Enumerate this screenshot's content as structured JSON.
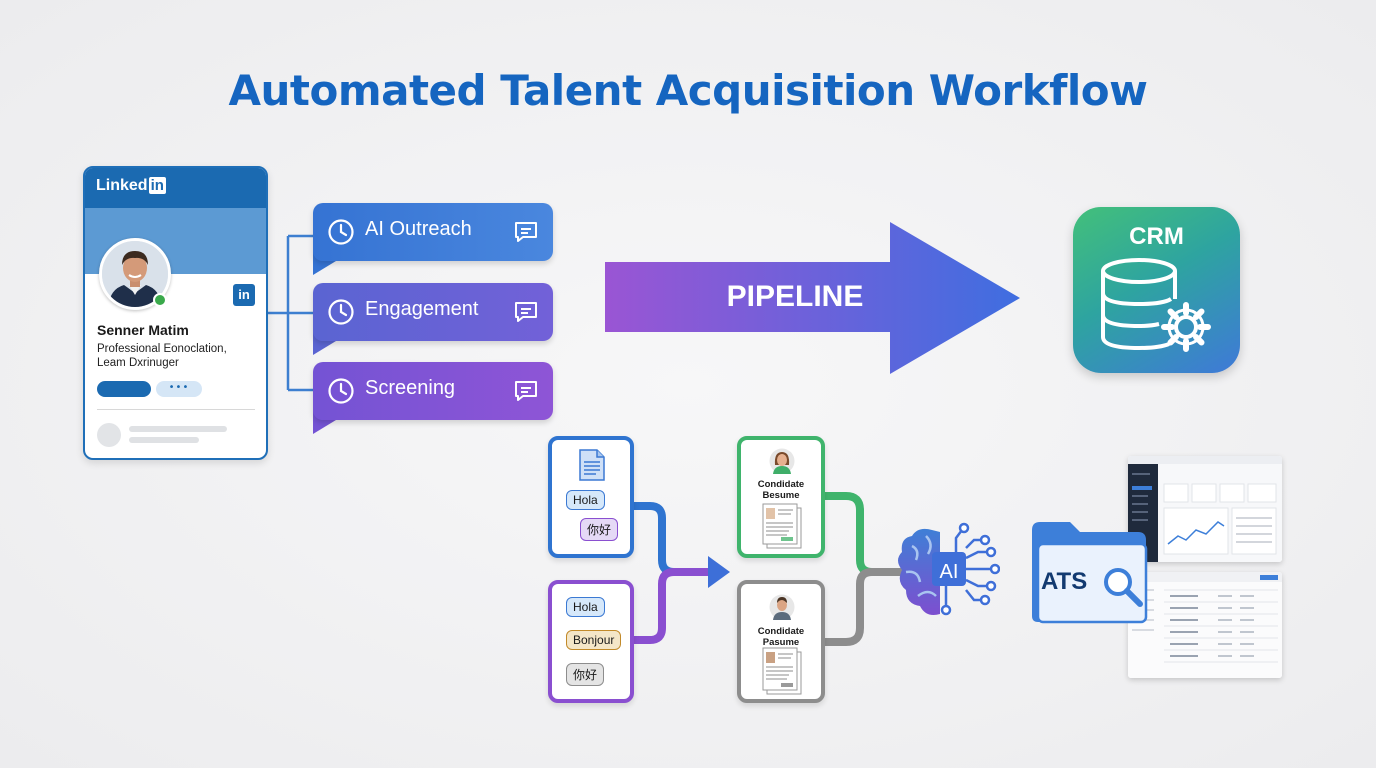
{
  "title": "Automated Talent Acquisition Workflow",
  "colors": {
    "title": "#1565c0",
    "linkedin": "#1b6ab1",
    "bubble_outreach": "#3573d3",
    "bubble_engagement": "#6262d5",
    "bubble_screening": "#8155d5",
    "crm_gradient_start": "#43c07a",
    "crm_gradient_end": "#3f79d8"
  },
  "profile": {
    "brand": "Linked",
    "brand_in": "in",
    "badge": "in",
    "name": "Senner Matim",
    "headline_line1": "Professional Eonoclation,",
    "headline_line2": "Leam Dxrinuger",
    "more_button": "•••"
  },
  "stages": [
    {
      "label": "AI Outreach",
      "icon": "clock-icon",
      "trailing_icon": "chat-icon"
    },
    {
      "label": "Engagement",
      "icon": "clock-icon",
      "trailing_icon": "chat-icon"
    },
    {
      "label": "Screening",
      "icon": "clock-icon",
      "trailing_icon": "chat-icon"
    }
  ],
  "pipeline_label": "PIPELINE",
  "crm_label": "CRM",
  "message_cards": [
    {
      "tags": [
        "Hola",
        "你好"
      ],
      "icon": "document-icon"
    },
    {
      "tags": [
        "Hola",
        "Bonjour",
        "你好"
      ]
    }
  ],
  "candidates": [
    {
      "line1": "Condidate",
      "line2": "Besume"
    },
    {
      "line1": "Condidate",
      "line2": "Pasume"
    }
  ],
  "ai_label": "AI",
  "ats_label": "ATS"
}
